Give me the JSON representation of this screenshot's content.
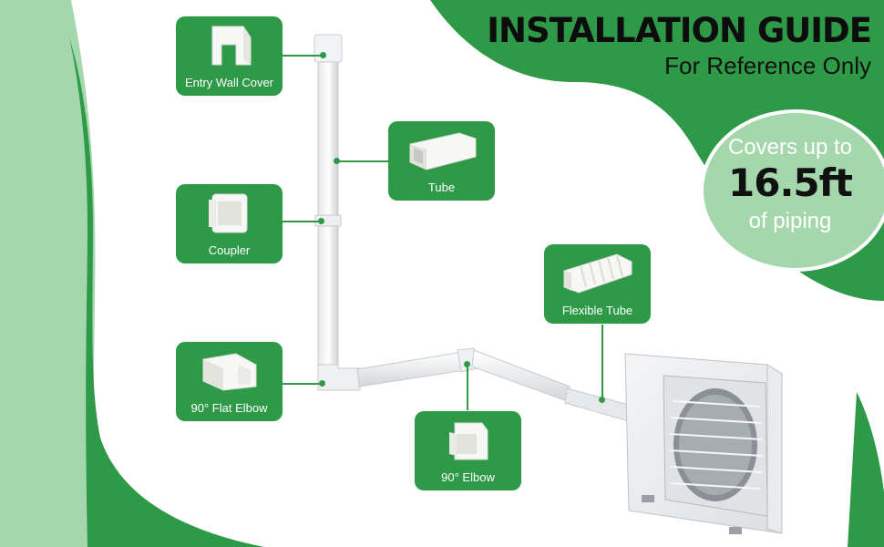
{
  "header": {
    "title": "INSTALLATION GUIDE",
    "subtitle": "For Reference Only"
  },
  "badge": {
    "line1": "Covers up to",
    "line2": "16.5ft",
    "line3": "of piping"
  },
  "parts": [
    {
      "label": "Entry Wall Cover",
      "icon": "wall-cover-icon"
    },
    {
      "label": "Tube",
      "icon": "tube-icon"
    },
    {
      "label": "Coupler",
      "icon": "coupler-icon"
    },
    {
      "label": "Flexible Tube",
      "icon": "flexible-tube-icon"
    },
    {
      "label": "90° Flat Elbow",
      "icon": "flat-elbow-icon"
    },
    {
      "label": "90° Elbow",
      "icon": "elbow-icon"
    }
  ],
  "colors": {
    "green": "#2e9a48",
    "light_green": "#a5d7ad",
    "white": "#ffffff"
  }
}
